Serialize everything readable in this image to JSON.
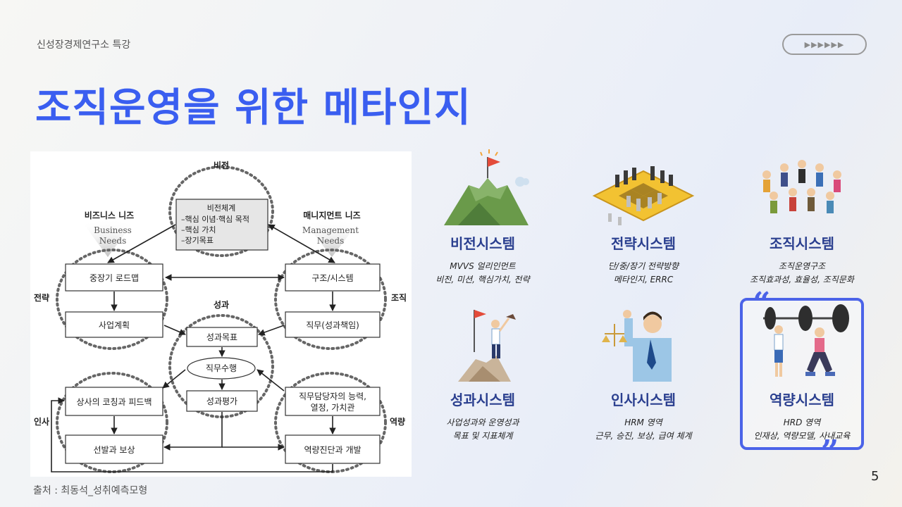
{
  "header": {
    "subtitle": "신성장경제연구소 특강",
    "nav_arrows": "▶▶▶▶▶▶",
    "title": "조직운영을 위한 메타인지"
  },
  "diagram": {
    "top_label": "비전",
    "vision_box": [
      "비전체계",
      "–핵심 이념·핵심 목적",
      "–핵심 가치",
      "–장기목표"
    ],
    "business_needs_kr": "비즈니스 니즈",
    "business_needs_en": [
      "Business",
      "Needs"
    ],
    "management_needs_kr": "매니지먼트 니즈",
    "management_needs_en": [
      "Management",
      "Needs"
    ],
    "strategy_label": "전략",
    "org_label": "조직",
    "performance_label": "성과",
    "hr_label": "인사",
    "capability_label": "역량",
    "roadmap": "중장기 로드맵",
    "business_plan": "사업계획",
    "structure_system": "구조/시스템",
    "job": "직무(성과책임)",
    "perf_goal": "성과목표",
    "job_exec": "직무수행",
    "perf_eval": "성과평가",
    "coaching": "상사의 코칭과 피드백",
    "selection": "선발과 보상",
    "owner_capability": [
      "직무담당자의 능력,",
      "열정, 가치관"
    ],
    "capability_dev": "역량진단과 개발"
  },
  "source": "출처 : 최동석_성취예측모형",
  "page_number": "5",
  "cards": [
    {
      "icon": "mountain-flag-icon",
      "title": "비전시스템",
      "desc": [
        "MVVS 얼리인먼트",
        "비전, 미션, 핵심가치, 전략"
      ]
    },
    {
      "icon": "chessboard-icon",
      "title": "전략시스템",
      "desc": [
        "단/중/장기 전략방향",
        "메타인지, ERRC"
      ]
    },
    {
      "icon": "people-group-icon",
      "title": "조직시스템",
      "desc": [
        "조직운영구조",
        "조직효과성, 효율성, 조직문화"
      ]
    },
    {
      "icon": "climber-summit-icon",
      "title": "성과시스템",
      "desc": [
        "사업성과와 운영성과",
        "목표 및 지표체계"
      ]
    },
    {
      "icon": "businessman-scales-icon",
      "title": "인사시스템",
      "desc": [
        "HRM 영역",
        "근무, 승진, 보상, 급여 체계"
      ]
    },
    {
      "icon": "weightlifters-icon",
      "title": "역량시스템",
      "desc": [
        "HRD 영역",
        "인재상, 역량모델, 사내교육"
      ]
    }
  ],
  "colors": {
    "title_blue": "#3a5ef0",
    "card_title": "#2a3f8f",
    "highlight": "#4b63e8"
  }
}
